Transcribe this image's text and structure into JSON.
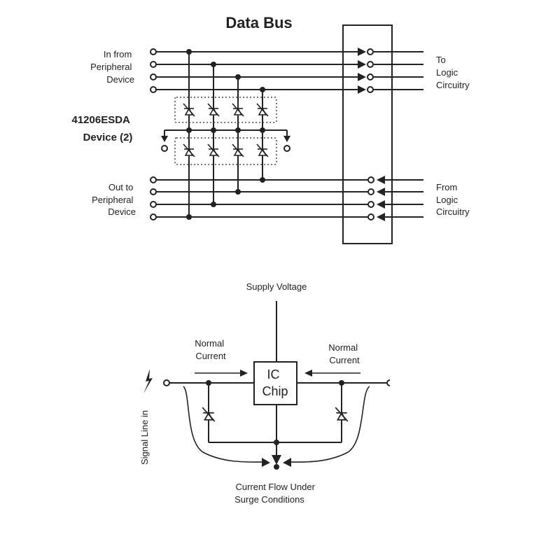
{
  "top": {
    "title": "Data Bus",
    "in_from": [
      "In from",
      "Peripheral",
      "Device"
    ],
    "to_logic": [
      "To",
      "Logic",
      "Circuitry"
    ],
    "out_to": [
      "Out to",
      "Peripheral",
      "Device"
    ],
    "from_logic": [
      "From",
      "Logic",
      "Circuitry"
    ],
    "device_line1": "41206ESDA",
    "device_line2": "Device (2)"
  },
  "bottom": {
    "supply": "Supply Voltage",
    "normal_left": [
      "Normal",
      "Current"
    ],
    "normal_right": [
      "Normal",
      "Current"
    ],
    "ic": [
      "IC",
      "Chip"
    ],
    "signal": "Signal Line in",
    "surge": [
      "Current Flow Under",
      "Surge Conditions"
    ]
  },
  "colors": {
    "ink": "#222222",
    "background": "#ffffff"
  },
  "icons": [
    "lightning-icon",
    "tvs-diode-icon",
    "terminal-icon",
    "arrow-icon"
  ]
}
